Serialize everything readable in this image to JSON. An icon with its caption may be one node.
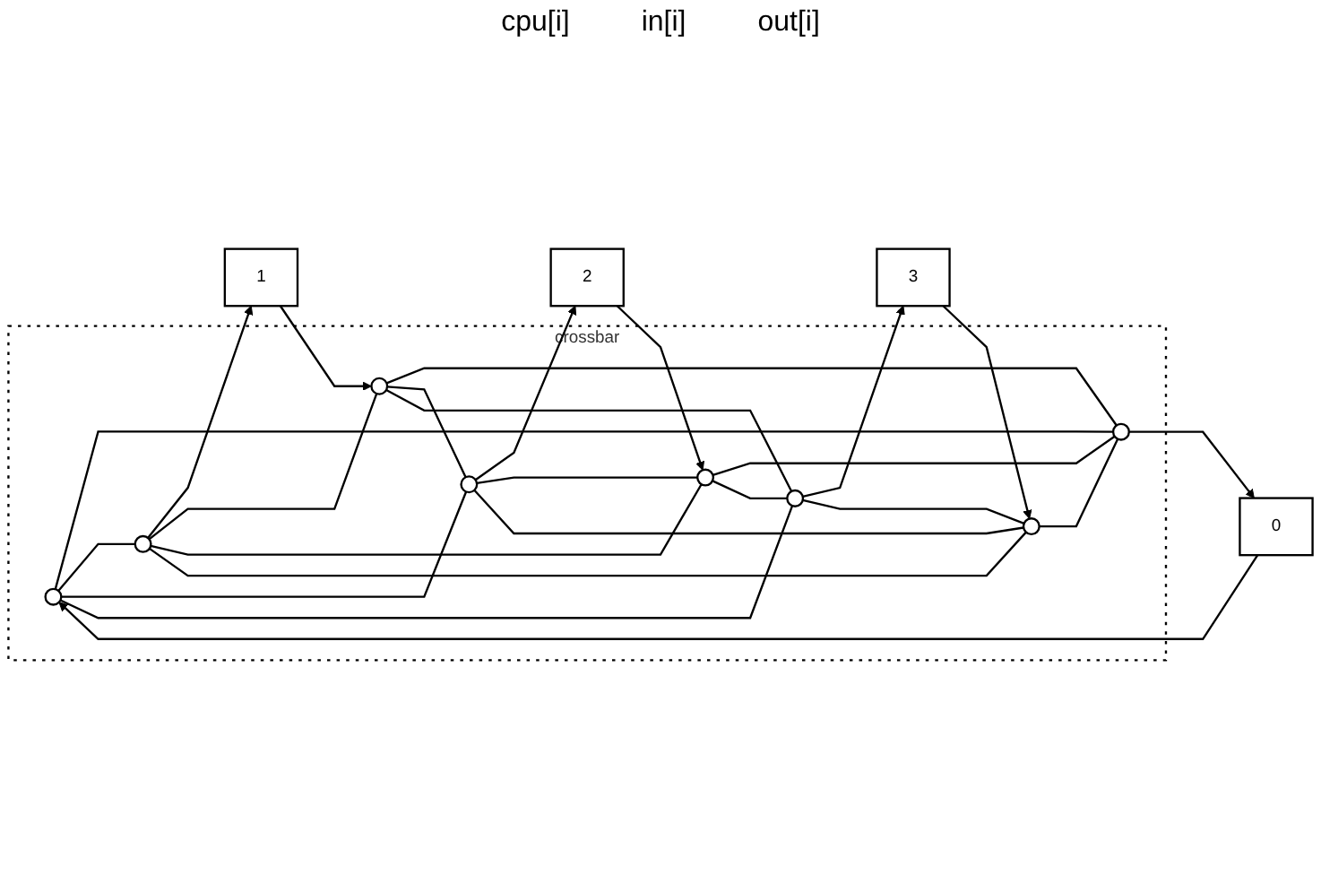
{
  "diagram": {
    "nodes": [
      {
        "text": [
          "crossbar"
        ]
      },
      {
        "text": [
          "0"
        ]
      },
      {
        "text": [
          "1"
        ]
      },
      {
        "text": [
          "2"
        ]
      },
      {
        "text": [
          "3"
        ]
      },
      {
        "text": [],
        "shape": "circle",
        "in": 0
      },
      {
        "text": [],
        "shape": "circle",
        "in": 0
      },
      {
        "text": [],
        "shape": "circle",
        "in": 0
      },
      {
        "text": [],
        "shape": "circle",
        "in": 0
      },
      {
        "text": [],
        "shape": "circle",
        "in": 0
      },
      {
        "text": [],
        "shape": "circle",
        "in": 0
      },
      {
        "text": [],
        "shape": "circle",
        "in": 0
      },
      {
        "text": [],
        "shape": "circle",
        "in": 0
      }
    ],
    "edges": [
      {
        "from": 1,
        "to": 5,
        "arrow": "to"
      },
      {
        "from": 2,
        "to": 6,
        "arrow": "to"
      },
      {
        "from": 3,
        "to": 7,
        "arrow": "to"
      },
      {
        "from": 4,
        "to": 8,
        "arrow": "to"
      },
      {
        "from": 5,
        "to": 9,
        "arrow": "none"
      },
      {
        "from": 5,
        "to": 10,
        "arrow": "none"
      },
      {
        "from": 5,
        "to": 11,
        "arrow": "none"
      },
      {
        "from": 5,
        "to": 12,
        "arrow": "none"
      },
      {
        "from": 6,
        "to": 9,
        "arrow": "none"
      },
      {
        "from": 6,
        "to": 10,
        "arrow": "none"
      },
      {
        "from": 6,
        "to": 11,
        "arrow": "none"
      },
      {
        "from": 6,
        "to": 12,
        "arrow": "none"
      },
      {
        "from": 7,
        "to": 9,
        "arrow": "none"
      },
      {
        "from": 7,
        "to": 10,
        "arrow": "none"
      },
      {
        "from": 7,
        "to": 11,
        "arrow": "none"
      },
      {
        "from": 7,
        "to": 12,
        "arrow": "none"
      },
      {
        "from": 8,
        "to": 9,
        "arrow": "none"
      },
      {
        "from": 8,
        "to": 10,
        "arrow": "none"
      },
      {
        "from": 8,
        "to": 11,
        "arrow": "none"
      },
      {
        "from": 8,
        "to": 12,
        "arrow": "none"
      },
      {
        "from": 9,
        "to": 1,
        "arrow": "to"
      },
      {
        "from": 10,
        "to": 2,
        "arrow": "to"
      },
      {
        "from": 11,
        "to": 3,
        "arrow": "to"
      },
      {
        "from": 12,
        "to": 4,
        "arrow": "to"
      }
    ],
    "labels": [
      "cpu[i]",
      "in[i]",
      "out[i]"
    ]
  }
}
